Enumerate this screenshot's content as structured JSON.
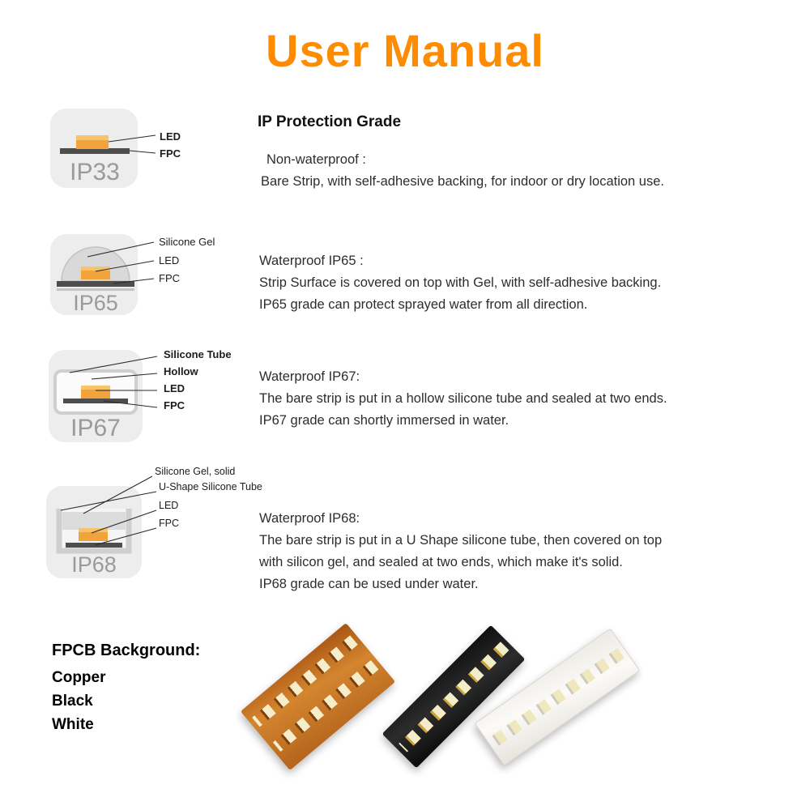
{
  "title": "User Manual",
  "ip": {
    "heading": "IP Protection Grade",
    "rows": [
      {
        "grade": "IP33",
        "labels": [
          "LED",
          "FPC"
        ],
        "title": "Non-waterproof :",
        "lines": [
          "Bare Strip, with self-adhesive backing, for indoor or dry location use."
        ]
      },
      {
        "grade": "IP65",
        "labels": [
          "Silicone Gel",
          "LED",
          "FPC"
        ],
        "title": "Waterproof IP65 :",
        "lines": [
          "Strip Surface is covered on top with Gel, with self-adhesive backing.",
          "IP65 grade can protect sprayed water from all direction."
        ]
      },
      {
        "grade": "IP67",
        "labels": [
          "Silicone Tube",
          "Hollow",
          "LED",
          "FPC"
        ],
        "title": "Waterproof IP67:",
        "lines": [
          "The bare strip is put in a hollow silicone tube and sealed at two ends.",
          "IP67 grade can shortly immersed in water."
        ]
      },
      {
        "grade": "IP68",
        "labels": [
          "Silicone Gel, solid",
          "U-Shape Silicone Tube",
          "LED",
          "FPC"
        ],
        "title": "Waterproof IP68:",
        "lines": [
          "The bare strip is put in a U Shape silicone tube, then covered on top",
          "with silicon gel, and sealed at two ends, which make it's solid.",
          "IP68 grade can be used under water."
        ]
      }
    ]
  },
  "fpcb": {
    "heading": "FPCB Background:",
    "options": [
      "Copper",
      "Black",
      "White"
    ]
  },
  "colors": {
    "accent": "#ff8c00",
    "led": "#f2a33c",
    "fpc": "#4d4d4d",
    "tile": "#ededed",
    "grade_text": "#9a9a9a"
  }
}
